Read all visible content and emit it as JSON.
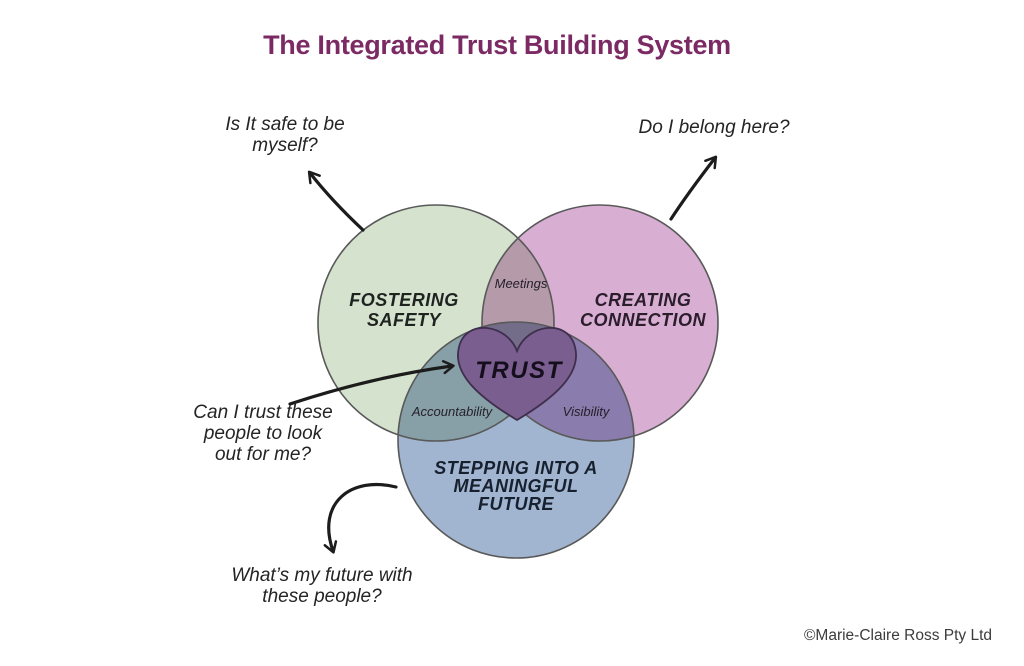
{
  "title": "The Integrated Trust Building System",
  "copyright": "©Marie-Claire Ross Pty Ltd",
  "venn": {
    "circles": [
      {
        "id": "safety",
        "label": "FOSTERING\nSAFETY",
        "color": "#d5e2cd"
      },
      {
        "id": "connection",
        "label": "CREATING\nCONNECTION",
        "color": "#d9aed3"
      },
      {
        "id": "future",
        "label": "STEPPING INTO A\nMEANINGFUL\nFUTURE",
        "color": "#a2b5d0"
      }
    ],
    "intersections": [
      {
        "id": "meetings",
        "label": "Meetings"
      },
      {
        "id": "accountability",
        "label": "Accountability"
      },
      {
        "id": "visibility",
        "label": "Visibility"
      }
    ],
    "center": {
      "label": "TRUST",
      "heart_color": "#7a5e8f"
    }
  },
  "annotations": [
    {
      "id": "safe",
      "text": "Is It safe to be\nmyself?"
    },
    {
      "id": "belong",
      "text": "Do I belong here?"
    },
    {
      "id": "trust",
      "text": "Can I trust these\npeople to look\nout for me?"
    },
    {
      "id": "future",
      "text": "What’s my future with\nthese people?"
    }
  ],
  "colors": {
    "title_plum": "#7b2a64",
    "arrow_ink": "#1c1c1c",
    "circle_outline": "#595959",
    "heart_outline": "#3f2f4c"
  }
}
